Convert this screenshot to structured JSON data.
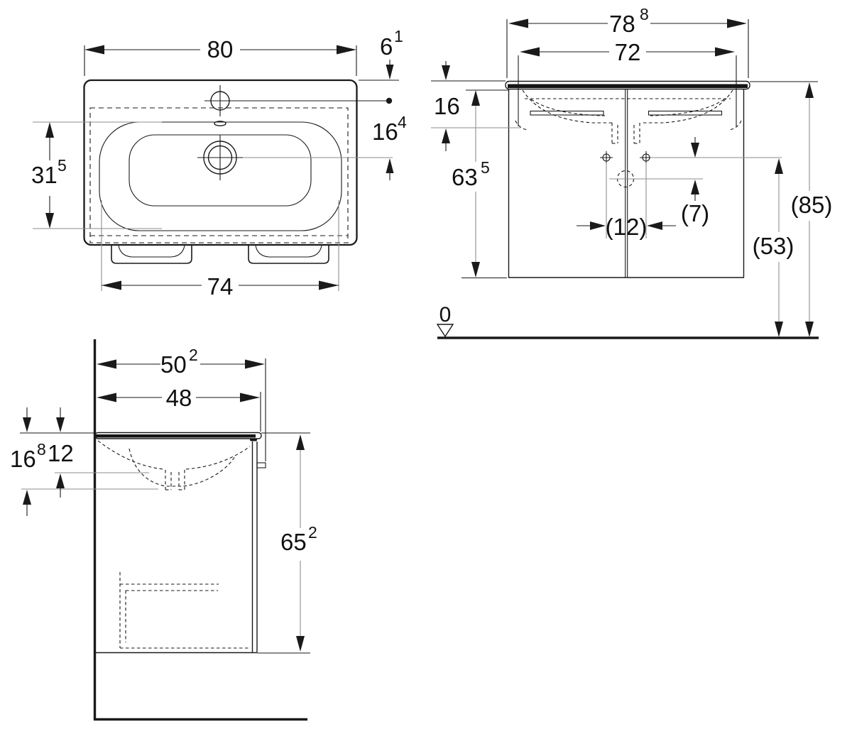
{
  "drawing": {
    "kind": "washbasin-cabinet-dimensional-drawing",
    "colors": {
      "line": "#1a1a1a",
      "dim_gray": "#8e8e8e",
      "fill_dark": "#151515",
      "background": "#ffffff",
      "text": "#111111"
    },
    "plan_view": {
      "dim_overall_width": "80",
      "dim_tap_hole_offset": {
        "value": "6",
        "sup": "1"
      },
      "dim_tap_to_drain": {
        "value": "16",
        "sup": "4"
      },
      "dim_bowl_front_back": {
        "value": "31",
        "sup": "5"
      },
      "dim_bottom_width": "74"
    },
    "front_view": {
      "dim_washbasin_width": {
        "value": "78",
        "sup": "8"
      },
      "dim_inner_width": "72",
      "dim_basin_height": "16",
      "dim_cabinet_height": {
        "value": "63",
        "sup": "5"
      },
      "dim_fixing_spacing": "(12)",
      "dim_drain_offset": "(7)",
      "dim_fixing_height": "(53)",
      "dim_total_height": "(85)",
      "datum_zero": "0"
    },
    "side_view": {
      "dim_total_depth": {
        "value": "50",
        "sup": "2"
      },
      "dim_basin_depth": "48",
      "dim_basin_height": {
        "value": "16",
        "sup": "8"
      },
      "dim_bowl_inner_depth": "12",
      "dim_cabinet_height": {
        "value": "65",
        "sup": "2"
      }
    }
  }
}
